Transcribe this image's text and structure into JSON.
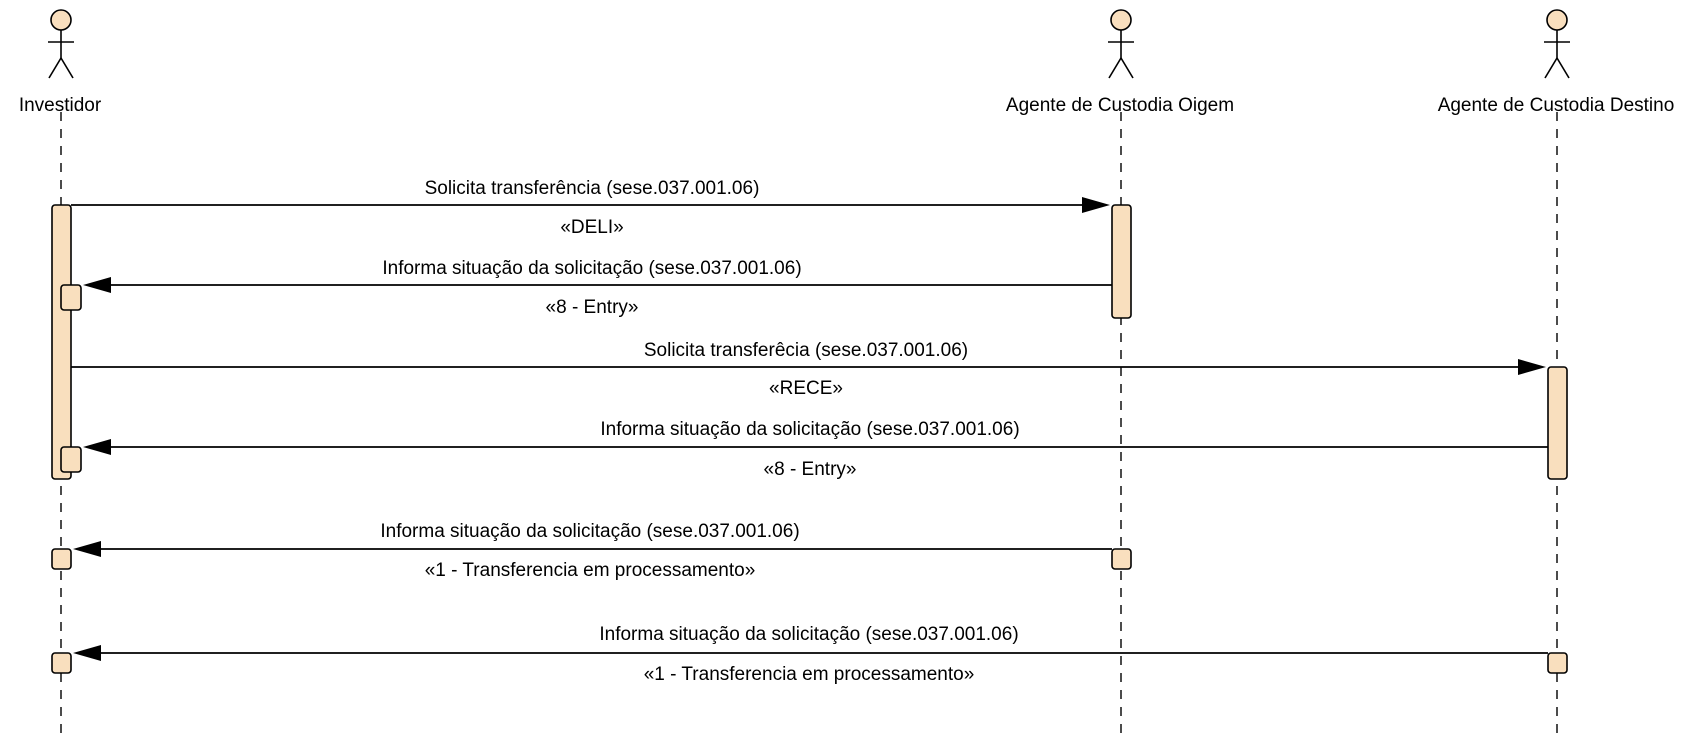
{
  "colors": {
    "activation_fill": "#f9dfbe",
    "line": "#000000",
    "background": "#ffffff"
  },
  "participants": [
    {
      "id": "investidor",
      "name": "Investidor",
      "icon": "actor-icon"
    },
    {
      "id": "origem",
      "name": "Agente de Custodia Oigem",
      "icon": "actor-icon"
    },
    {
      "id": "destino",
      "name": "Agente de Custodia Destino",
      "icon": "actor-icon"
    }
  ],
  "messages": [
    {
      "from": "investidor",
      "to": "origem",
      "label": "Solicita transferência (sese.037.001.06)",
      "stereotype": "«DELI»"
    },
    {
      "from": "origem",
      "to": "investidor",
      "label": "Informa situação da solicitação (sese.037.001.06)",
      "stereotype": "«8 - Entry»"
    },
    {
      "from": "investidor",
      "to": "destino",
      "label": "Solicita transferêcia (sese.037.001.06)",
      "stereotype": "«RECE»"
    },
    {
      "from": "destino",
      "to": "investidor",
      "label": "Informa situação da solicitação (sese.037.001.06)",
      "stereotype": "«8 - Entry»"
    },
    {
      "from": "origem",
      "to": "investidor",
      "label": "Informa situação da solicitação (sese.037.001.06)",
      "stereotype": "«1 - Transferencia em processamento»"
    },
    {
      "from": "destino",
      "to": "investidor",
      "label": "Informa situação da solicitação (sese.037.001.06)",
      "stereotype": "«1 - Transferencia em processamento»"
    }
  ]
}
